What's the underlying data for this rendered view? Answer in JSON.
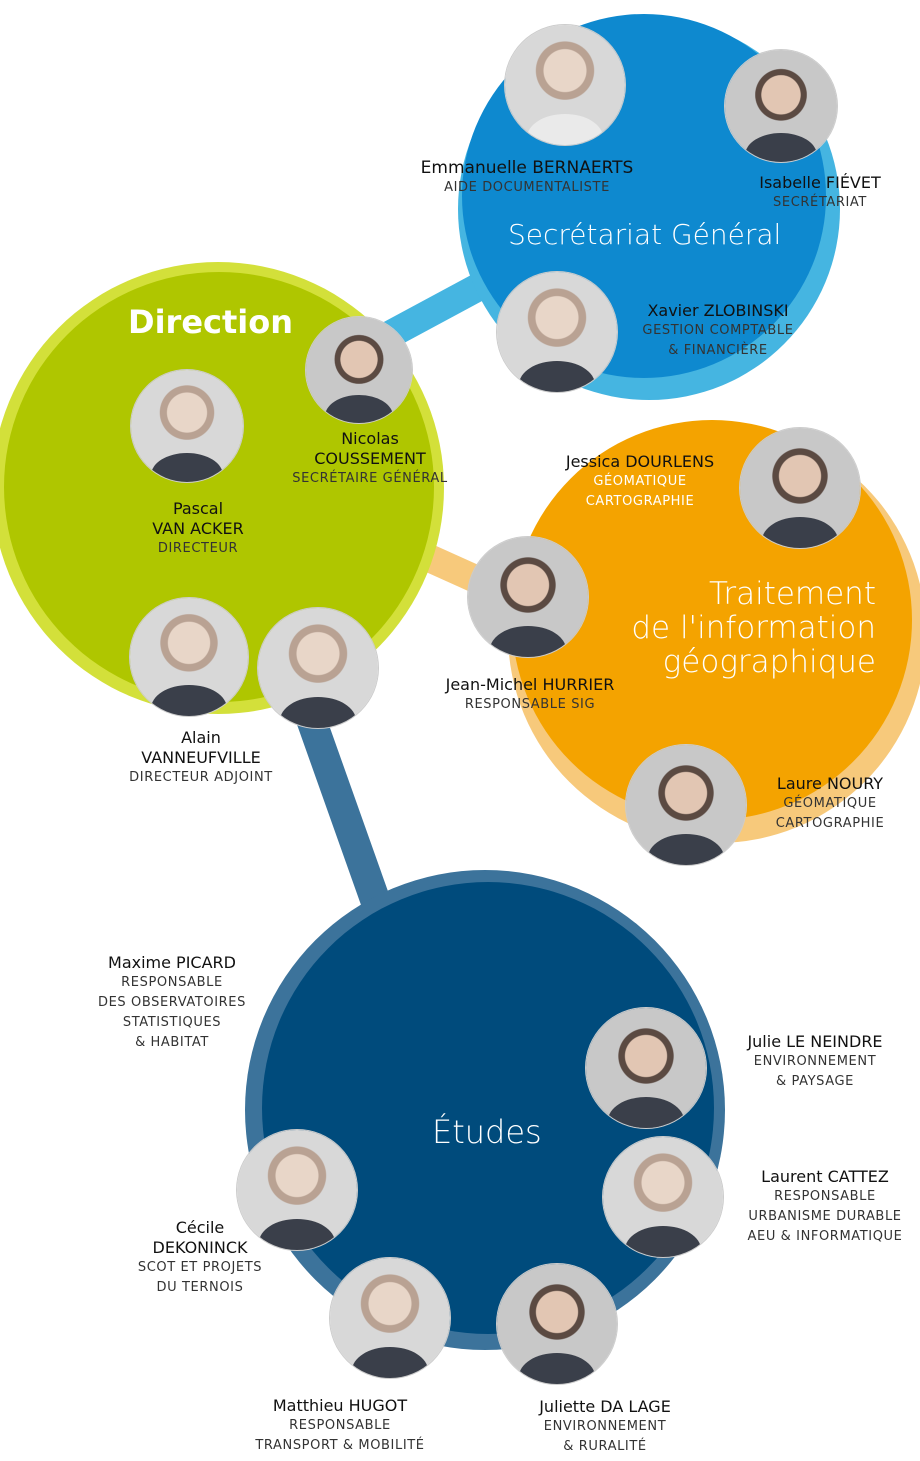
{
  "colors": {
    "direction": "#afc600",
    "direction_ring": "#d3e03a",
    "secretariat": "#0e89cf",
    "secretariat_ring": "#45b5e1",
    "sig": "#f4a300",
    "sig_ring": "#f7c97b",
    "etudes": "#004b7c",
    "etudes_ring": "#3c739b"
  },
  "departments": {
    "direction": "Direction",
    "secretariat": "Secrétariat Général",
    "sig_line1": "Traitement",
    "sig_line2": "de l'information",
    "sig_line3": "géographique",
    "etudes": "Études"
  },
  "people": [
    {
      "name1": "Emmanuelle BERNAERTS",
      "name2": "",
      "role1": "AIDE DOCUMENTALISTE",
      "role2": "",
      "role3": "",
      "role4": ""
    },
    {
      "name1": "Isabelle FIÉVET",
      "name2": "",
      "role1": "SECRÉTARIAT",
      "role2": "",
      "role3": "",
      "role4": ""
    },
    {
      "name1": "Xavier ZLOBINSKI",
      "name2": "",
      "role1": "GESTION COMPTABLE",
      "role2": "& FINANCIÈRE",
      "role3": "",
      "role4": ""
    },
    {
      "name1": "Nicolas",
      "name2": "COUSSEMENT",
      "role1": "SECRÉTAIRE GÉNÉRAL",
      "role2": "",
      "role3": "",
      "role4": ""
    },
    {
      "name1": "Pascal",
      "name2": "VAN ACKER",
      "role1": "DIRECTEUR",
      "role2": "",
      "role3": "",
      "role4": ""
    },
    {
      "name1": "Alain",
      "name2": "VANNEUFVILLE",
      "role1": "DIRECTEUR ADJOINT",
      "role2": "",
      "role3": "",
      "role4": ""
    },
    {
      "name1": "Jessica DOURLENS",
      "name2": "",
      "role1": "GÉOMATIQUE",
      "role2": "CARTOGRAPHIE",
      "role3": "",
      "role4": ""
    },
    {
      "name1": "Jean-Michel HURRIER",
      "name2": "",
      "role1": "RESPONSABLE SIG",
      "role2": "",
      "role3": "",
      "role4": ""
    },
    {
      "name1": "Laure NOURY",
      "name2": "",
      "role1": "GÉOMATIQUE",
      "role2": "CARTOGRAPHIE",
      "role3": "",
      "role4": ""
    },
    {
      "name1": "Maxime PICARD",
      "name2": "",
      "role1": "RESPONSABLE",
      "role2": "DES OBSERVATOIRES",
      "role3": "STATISTIQUES",
      "role4": "& HABITAT"
    },
    {
      "name1": "Julie LE NEINDRE",
      "name2": "",
      "role1": "ENVIRONNEMENT",
      "role2": "& PAYSAGE",
      "role3": "",
      "role4": ""
    },
    {
      "name1": "Laurent CATTEZ",
      "name2": "",
      "role1": "RESPONSABLE",
      "role2": "URBANISME DURABLE",
      "role3": "AEU & INFORMATIQUE",
      "role4": ""
    },
    {
      "name1": "Cécile",
      "name2": "DEKONINCK",
      "role1": "SCOT ET PROJETS",
      "role2": "DU TERNOIS",
      "role3": "",
      "role4": ""
    },
    {
      "name1": "Matthieu HUGOT",
      "name2": "",
      "role1": "RESPONSABLE",
      "role2": "TRANSPORT & MOBILITÉ",
      "role3": "",
      "role4": ""
    },
    {
      "name1": "Juliette DA LAGE",
      "name2": "",
      "role1": "ENVIRONNEMENT",
      "role2": "& RURALITÉ",
      "role3": "",
      "role4": ""
    }
  ]
}
